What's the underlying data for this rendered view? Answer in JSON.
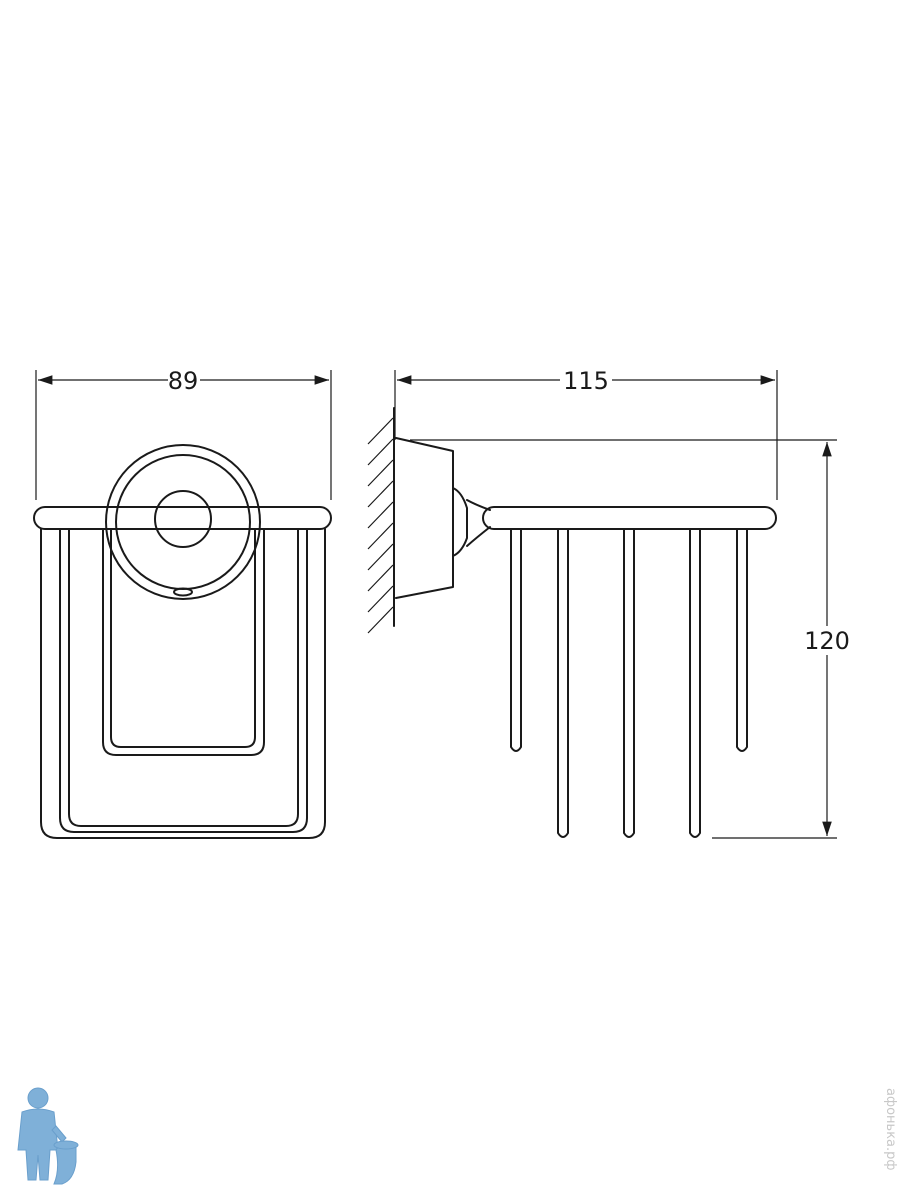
{
  "dimensions": {
    "width": "89",
    "depth": "115",
    "height": "120"
  },
  "watermark": {
    "text": "афонька.рф"
  },
  "colors": {
    "line": "#1a1a1a",
    "mascot": "#7fb0d8",
    "watermark": "#c8c8c8"
  }
}
